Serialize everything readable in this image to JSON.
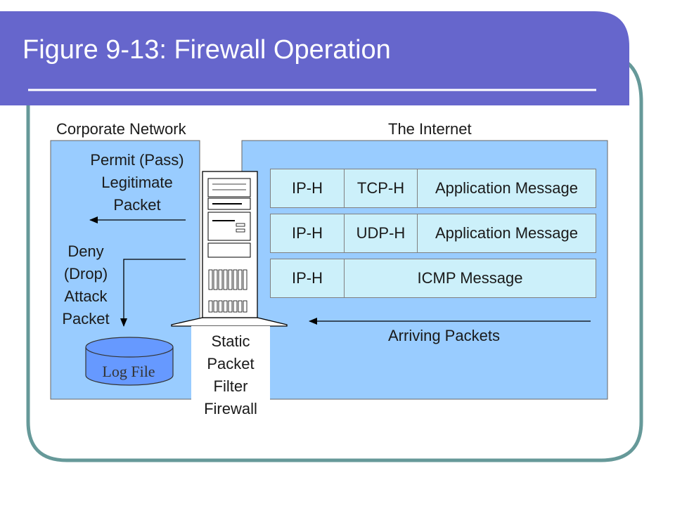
{
  "title": "Figure 9-13: Firewall Operation",
  "colors": {
    "title_bar": "#6666cc",
    "frame_border": "#669999",
    "zone_fill": "#99ccff",
    "packet_fill": "#ccf0fa",
    "log_fill": "#6699ff"
  },
  "labels": {
    "corporate_network": "Corporate Network",
    "internet": "The Internet",
    "permit": "Permit (Pass)\nLegitimate\nPacket",
    "deny": "Deny\n(Drop)\nAttack\nPacket",
    "log_file": "Log File",
    "firewall": "Static\nPacket\nFilter\nFirewall",
    "arriving": "Arriving Packets"
  },
  "packets": [
    {
      "cells": [
        "IP-H",
        "TCP-H",
        "Application Message"
      ]
    },
    {
      "cells": [
        "IP-H",
        "UDP-H",
        "Application Message"
      ]
    },
    {
      "cells": [
        "IP-H",
        "ICMP Message"
      ]
    }
  ],
  "icons": {
    "firewall": "server-tower-icon",
    "log": "database-cylinder-icon"
  }
}
